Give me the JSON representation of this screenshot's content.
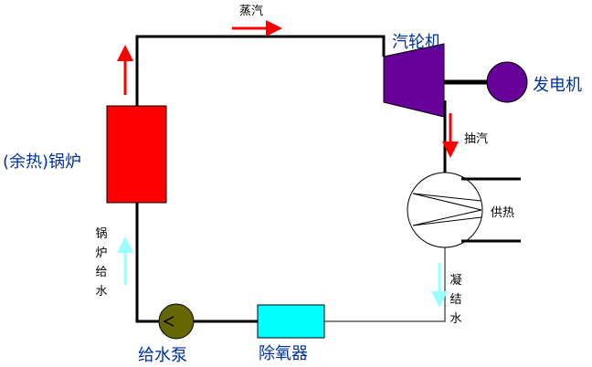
{
  "diagram": {
    "labels": {
      "steam": "蒸汽",
      "turbine": "汽轮机",
      "generator": "发电机",
      "extraction_steam": "抽汽",
      "heat_supply": "供热",
      "condensate": "凝结水",
      "boiler": "(余热)锅炉",
      "boiler_feedwater": "锅炉给水",
      "feed_pump": "给水泵",
      "deaerator": "除氧器"
    },
    "colors": {
      "pipe": "#000000",
      "thin_pipe": "#5a5a5a",
      "hot_arrow": "#ff0000",
      "cold_arrow": "#99ffff",
      "boiler_fill": "#ff0000",
      "turbine_fill": "#660099",
      "generator_fill": "#660099",
      "pump_fill": "#666600",
      "deaerator_fill": "#00ffff",
      "label_blue": "#003399"
    }
  }
}
